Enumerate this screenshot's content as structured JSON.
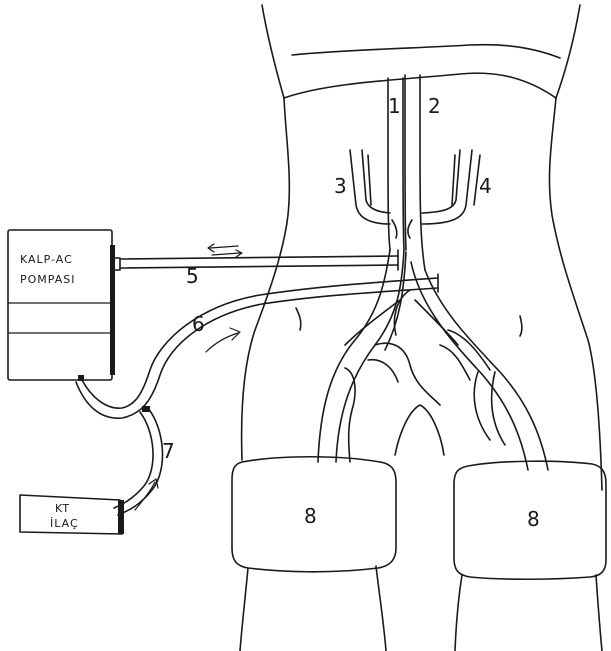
{
  "pump": {
    "line1": "KALP-AC",
    "line2": "POMPASI"
  },
  "drug_box": {
    "line1": "KT",
    "line2": "İLAÇ"
  },
  "labels": {
    "n1": "1",
    "n2": "2",
    "n3": "3",
    "n4": "4",
    "n5": "5",
    "n6": "6",
    "n7": "7",
    "n8_left": "8",
    "n8_right": "8"
  }
}
